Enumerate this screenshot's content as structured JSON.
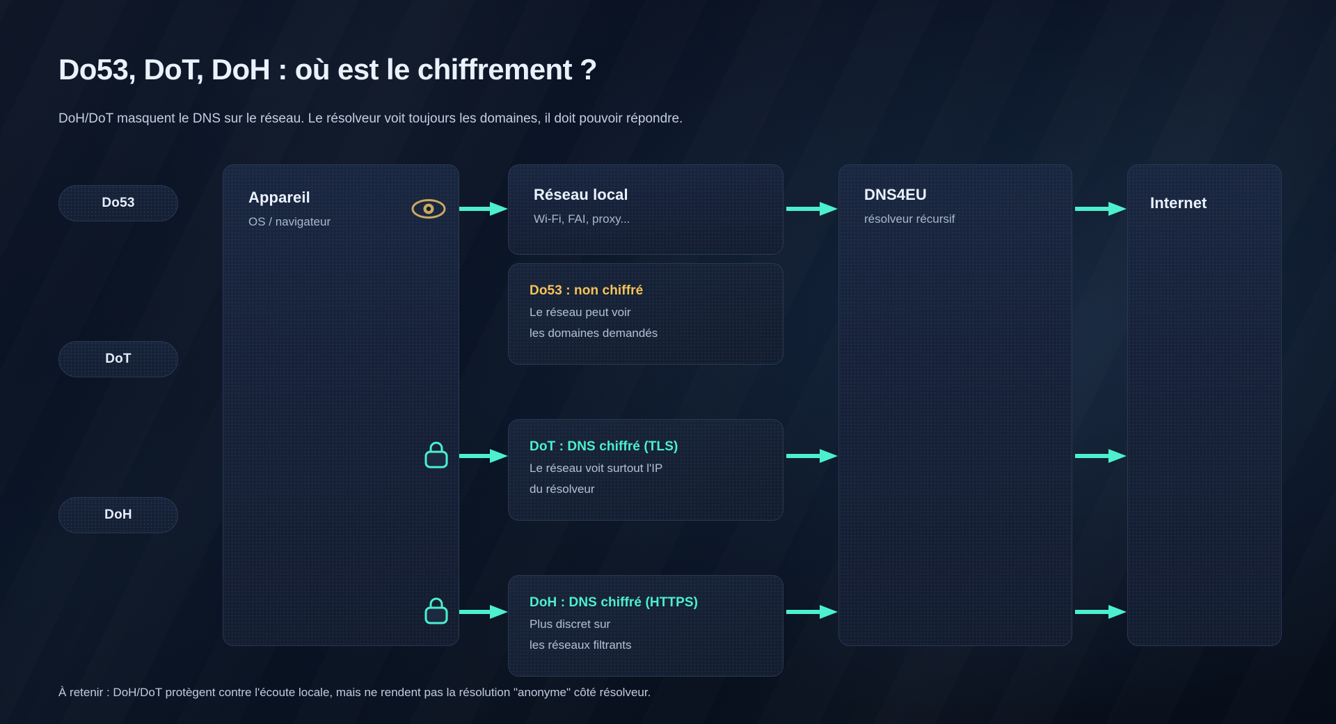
{
  "header": {
    "title": "Do53, DoT, DoH : où est le chiffrement ?",
    "subtitle": "DoH/DoT masquent le DNS sur le réseau. Le résolveur voit toujours les domaines, il doit pouvoir répondre."
  },
  "footnote": "À retenir : DoH/DoT protègent contre l'écoute locale, mais ne rendent pas la résolution \"anonyme\" côté résolveur.",
  "rail": {
    "pills": [
      {
        "label": "Do53"
      },
      {
        "label": "DoT"
      },
      {
        "label": "DoH"
      }
    ]
  },
  "columns": {
    "device": {
      "title": "Appareil",
      "subtitle": "OS / navigateur"
    },
    "network": {
      "title": "Réseau local",
      "subtitle": "Wi-Fi, FAI, proxy..."
    },
    "resolver": {
      "title": "DNS4EU",
      "subtitle": "résolveur récursif"
    },
    "internet": {
      "title": "Internet",
      "subtitle": ""
    }
  },
  "notes": [
    {
      "id": "do53",
      "title": "Do53 : non chiffré",
      "line1": "Le réseau peut voir",
      "line2": "les domaines demandés",
      "accent": "#f6c358",
      "icon": "eye-icon"
    },
    {
      "id": "dot",
      "title": "DoT : DNS chiffré (TLS)",
      "line1": "Le réseau voit surtout l'IP",
      "line2": "du résolveur",
      "accent": "#4cf0cf",
      "icon": "lock-icon"
    },
    {
      "id": "doh",
      "title": "DoH : DNS chiffré (HTTPS)",
      "line1": "Plus discret sur",
      "line2": "les réseaux filtrants",
      "accent": "#4cf0cf",
      "icon": "lock-icon"
    }
  ],
  "colors": {
    "accent_mint": "#4cf0cf",
    "accent_amber": "#f6c358",
    "eye_icon": "#c9a963",
    "background": "#070d18",
    "card": "#162135",
    "text_primary": "#eaf2fd",
    "text_muted": "#aab8cb"
  },
  "flow": {
    "arrows": [
      {
        "name": "arrow-device-to-network",
        "from": "Appareil",
        "to": "Réseau local"
      },
      {
        "name": "arrow-network-to-resolver",
        "from": "Réseau local",
        "to": "DNS4EU"
      },
      {
        "name": "arrow-resolver-to-internet",
        "from": "DNS4EU",
        "to": "Internet"
      },
      {
        "name": "arrow-device-to-dot",
        "from": "Appareil",
        "to": "DoT : DNS chiffré (TLS)"
      },
      {
        "name": "arrow-dot-to-resolver",
        "from": "DoT : DNS chiffré (TLS)",
        "to": "DNS4EU"
      },
      {
        "name": "arrow-resolver-to-internet-dot",
        "from": "DNS4EU",
        "to": "Internet"
      },
      {
        "name": "arrow-device-to-doh",
        "from": "Appareil",
        "to": "DoH : DNS chiffré (HTTPS)"
      },
      {
        "name": "arrow-doh-to-resolver",
        "from": "DoH : DNS chiffré (HTTPS)",
        "to": "DNS4EU"
      },
      {
        "name": "arrow-resolver-to-internet-doh",
        "from": "DNS4EU",
        "to": "Internet"
      }
    ]
  }
}
